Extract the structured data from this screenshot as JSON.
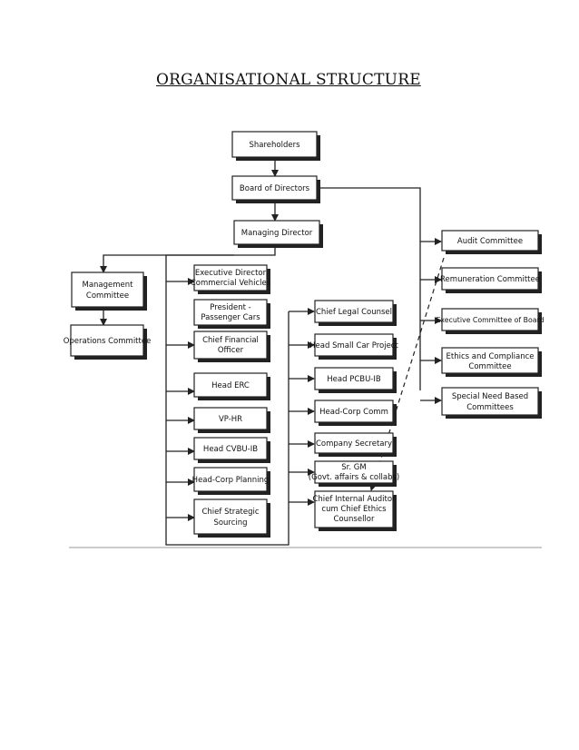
{
  "title": "ORGANISATIONAL STRUCTURE",
  "nodes": {
    "shareholders": "Shareholders",
    "board": "Board of Directors",
    "md": "Managing Director",
    "mgmt_committee": [
      "Management",
      "Committee"
    ],
    "ops_committee": "Operations Committee",
    "ed_cv": [
      "Executive Director",
      "Commercial Vehicles"
    ],
    "president_pc": [
      "President -",
      "Passenger Cars"
    ],
    "cfo": [
      "Chief Financial",
      "Officer"
    ],
    "head_erc": "Head ERC",
    "vp_hr": "VP-HR",
    "head_cvbu": "Head CVBU-IB",
    "head_corp_planning": "Head-Corp Planning",
    "cso": [
      "Chief Strategic",
      "Sourcing"
    ],
    "clc": "Chief Legal Counsel",
    "head_small_car": "Head Small Car Project",
    "head_pcbu": "Head PCBU-IB",
    "head_corp_comm": "Head-Corp Comm",
    "company_secretary": "Company Secretary",
    "sr_gm": [
      "Sr. GM",
      "(Govt. affairs & collabs)"
    ],
    "cia": [
      "Chief Internal Auditor",
      "cum Chief Ethics",
      "Counsellor"
    ],
    "audit_committee": "Audit Committee",
    "remuneration_committee": "Remuneration Committee",
    "exec_committee_board": "Executive Committee of Board",
    "ethics_committee": [
      "Ethics and Compliance",
      "Committee"
    ],
    "special_committees": [
      "Special Need Based",
      "Committees"
    ]
  }
}
